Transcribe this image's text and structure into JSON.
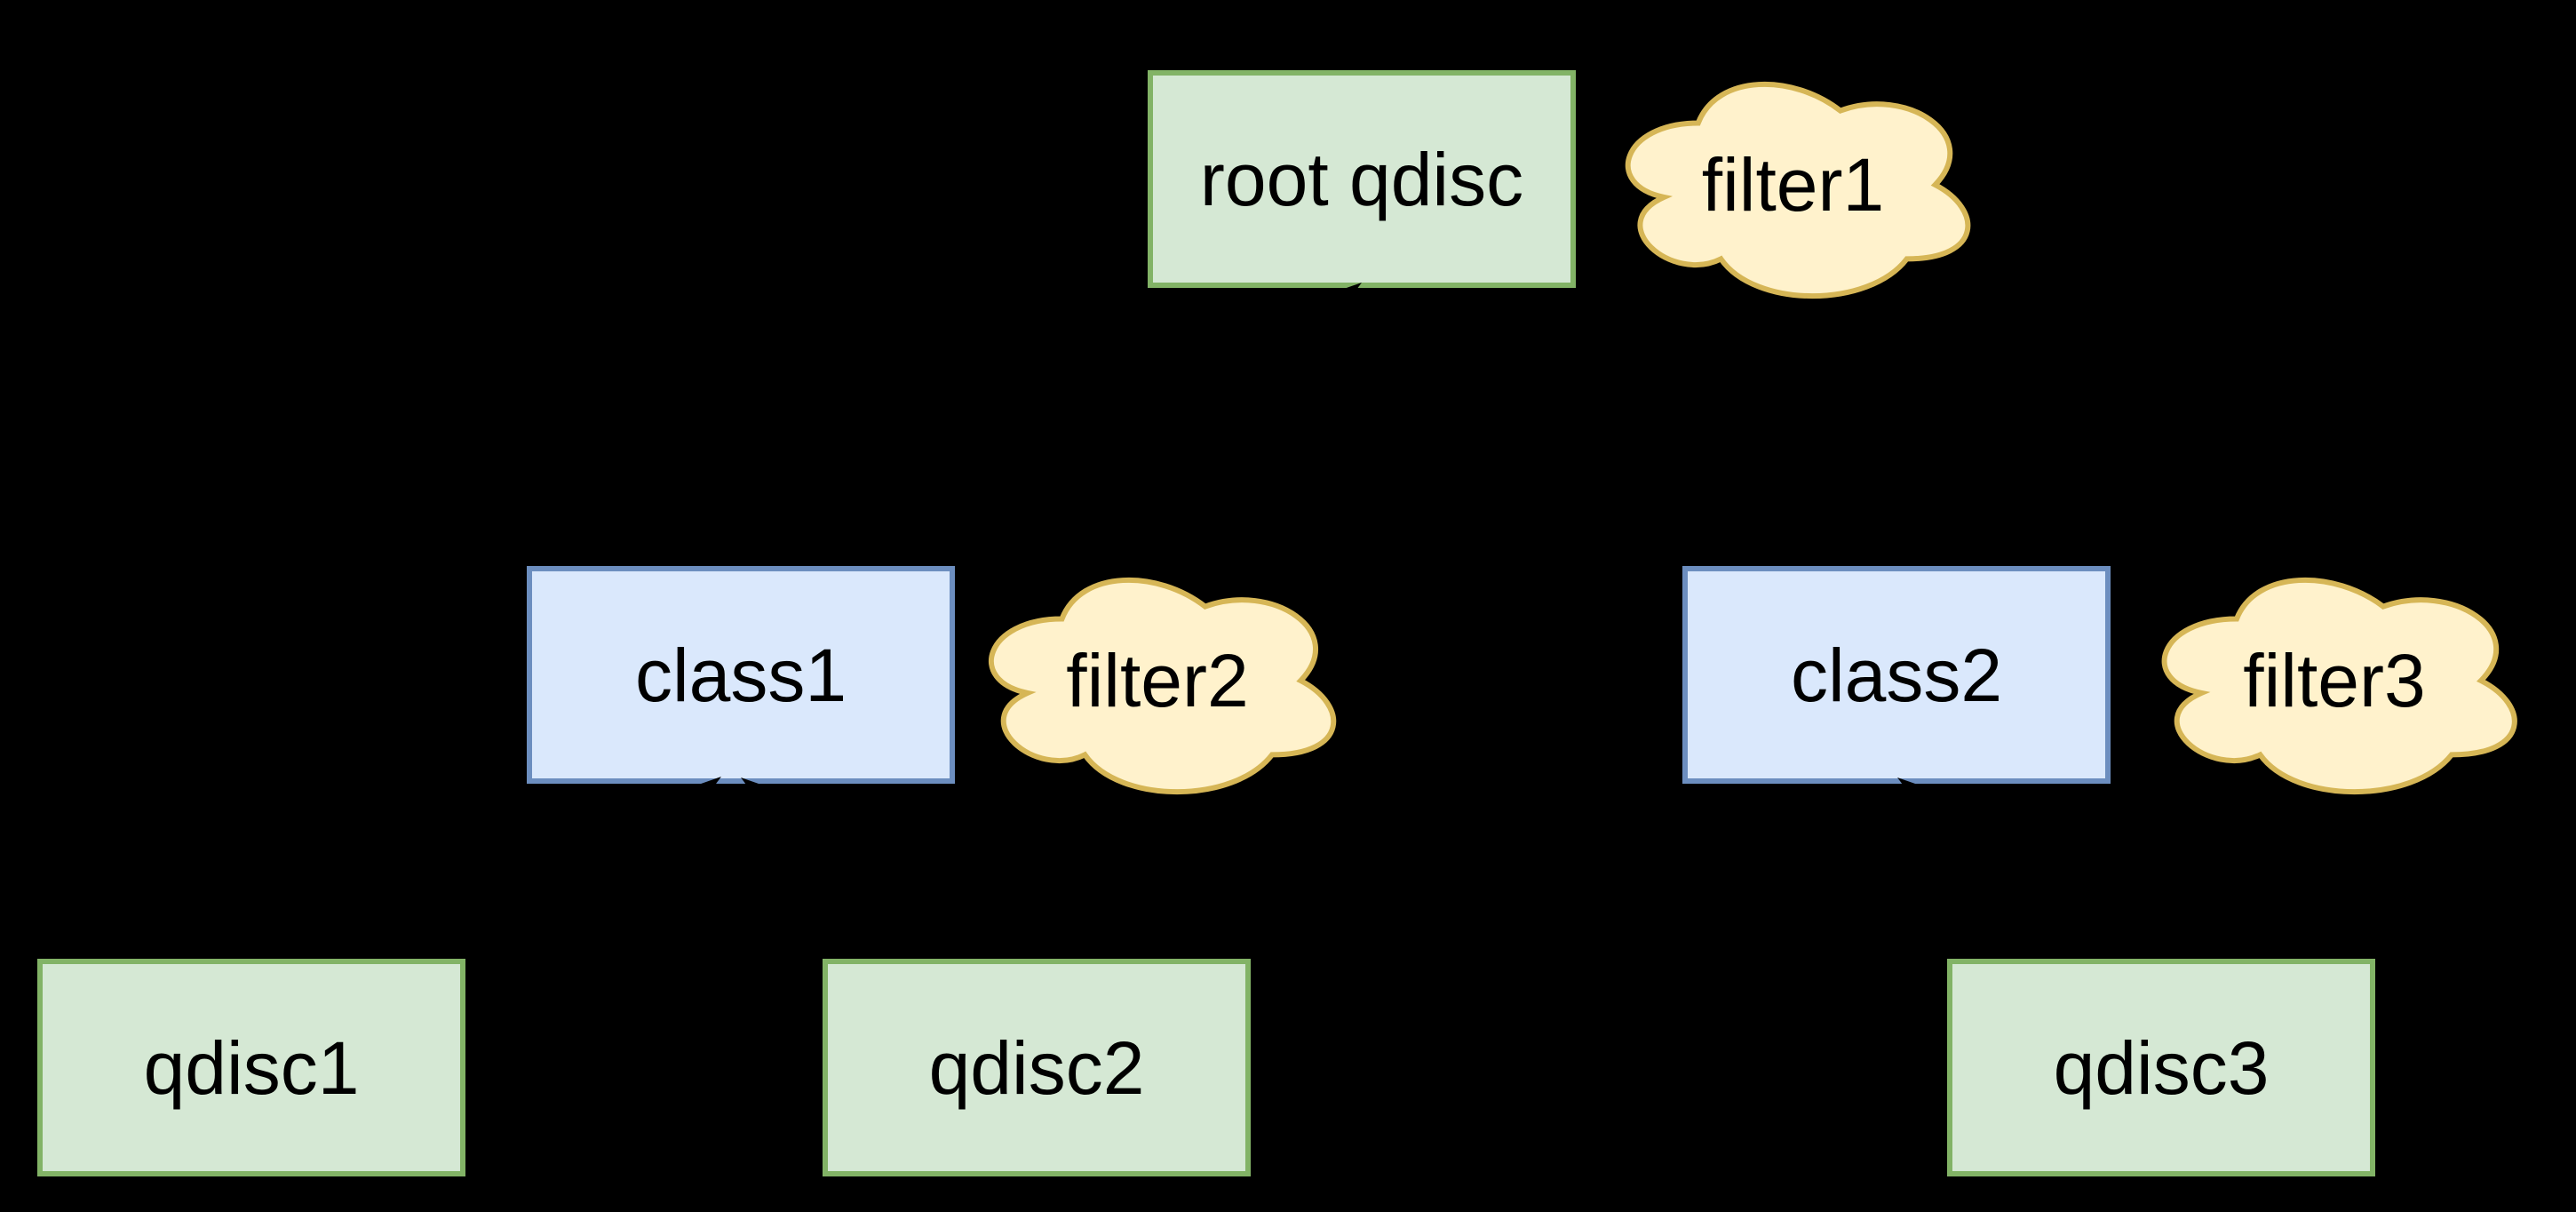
{
  "palette": {
    "background": "#000000",
    "qdisc_fill": "#d5e8d4",
    "qdisc_border": "#82b366",
    "class_fill": "#dae8fc",
    "class_border": "#6c8ebf",
    "filter_fill": "#fff2cc",
    "filter_border": "#d6b656",
    "text_color": "#000000",
    "connector_color": "#000000"
  },
  "nodes": {
    "root_qdisc": {
      "label": "root qdisc",
      "kind": "qdisc"
    },
    "class1": {
      "label": "class1",
      "kind": "class"
    },
    "class2": {
      "label": "class2",
      "kind": "class"
    },
    "qdisc1": {
      "label": "qdisc1",
      "kind": "qdisc"
    },
    "qdisc2": {
      "label": "qdisc2",
      "kind": "qdisc"
    },
    "qdisc3": {
      "label": "qdisc3",
      "kind": "qdisc"
    }
  },
  "filters": {
    "filter1": {
      "label": "filter1",
      "shape": "cloud"
    },
    "filter2": {
      "label": "filter2",
      "shape": "cloud"
    },
    "filter3": {
      "label": "filter3",
      "shape": "cloud"
    }
  },
  "arrowheads": [
    {
      "at": "root-qdisc-bottom",
      "direction": "up-right"
    },
    {
      "at": "class1-bottom-left",
      "direction": "up-right"
    },
    {
      "at": "class1-bottom-right",
      "direction": "up-left"
    },
    {
      "at": "class2-bottom",
      "direction": "up-left"
    }
  ]
}
